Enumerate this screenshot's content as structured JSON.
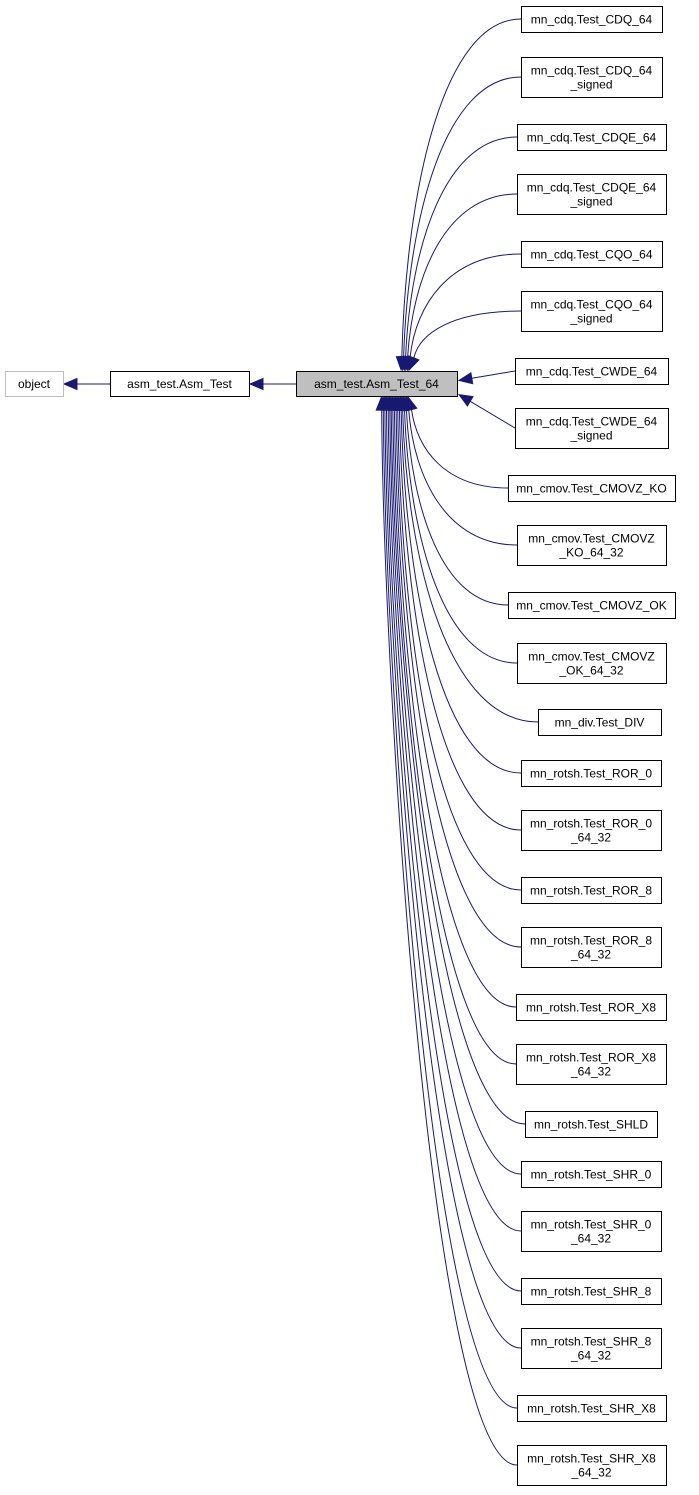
{
  "colors": {
    "edge": "#191970",
    "node_border": "#000000",
    "external_node_border": "#bfbfbf",
    "focus_fill": "#bfbfbf",
    "node_fill": "#ffffff"
  },
  "base_chain": [
    {
      "id": "object",
      "lines": [
        "object"
      ],
      "style": "external"
    },
    {
      "id": "asm_test",
      "lines": [
        "asm_test.Asm_Test"
      ],
      "style": "normal"
    },
    {
      "id": "asm_test_64",
      "lines": [
        "asm_test.Asm_Test_64"
      ],
      "style": "focus"
    }
  ],
  "derived_classes": [
    {
      "id": "cdq_64",
      "lines": [
        "mn_cdq.Test_CDQ_64"
      ]
    },
    {
      "id": "cdq_64_signed",
      "lines": [
        "mn_cdq.Test_CDQ_64",
        "_signed"
      ]
    },
    {
      "id": "cdqe_64",
      "lines": [
        "mn_cdq.Test_CDQE_64"
      ]
    },
    {
      "id": "cdqe_64_signed",
      "lines": [
        "mn_cdq.Test_CDQE_64",
        "_signed"
      ]
    },
    {
      "id": "cqo_64",
      "lines": [
        "mn_cdq.Test_CQO_64"
      ]
    },
    {
      "id": "cqo_64_signed",
      "lines": [
        "mn_cdq.Test_CQO_64",
        "_signed"
      ]
    },
    {
      "id": "cwde_64",
      "lines": [
        "mn_cdq.Test_CWDE_64"
      ]
    },
    {
      "id": "cwde_64_signed",
      "lines": [
        "mn_cdq.Test_CWDE_64",
        "_signed"
      ]
    },
    {
      "id": "cmovz_ko",
      "lines": [
        "mn_cmov.Test_CMOVZ_KO"
      ]
    },
    {
      "id": "cmovz_ko_64_32",
      "lines": [
        "mn_cmov.Test_CMOVZ",
        "_KO_64_32"
      ]
    },
    {
      "id": "cmovz_ok",
      "lines": [
        "mn_cmov.Test_CMOVZ_OK"
      ]
    },
    {
      "id": "cmovz_ok_64_32",
      "lines": [
        "mn_cmov.Test_CMOVZ",
        "_OK_64_32"
      ]
    },
    {
      "id": "div",
      "lines": [
        "mn_div.Test_DIV"
      ]
    },
    {
      "id": "ror_0",
      "lines": [
        "mn_rotsh.Test_ROR_0"
      ]
    },
    {
      "id": "ror_0_64_32",
      "lines": [
        "mn_rotsh.Test_ROR_0",
        "_64_32"
      ]
    },
    {
      "id": "ror_8",
      "lines": [
        "mn_rotsh.Test_ROR_8"
      ]
    },
    {
      "id": "ror_8_64_32",
      "lines": [
        "mn_rotsh.Test_ROR_8",
        "_64_32"
      ]
    },
    {
      "id": "ror_x8",
      "lines": [
        "mn_rotsh.Test_ROR_X8"
      ]
    },
    {
      "id": "ror_x8_64_32",
      "lines": [
        "mn_rotsh.Test_ROR_X8",
        "_64_32"
      ]
    },
    {
      "id": "shld",
      "lines": [
        "mn_rotsh.Test_SHLD"
      ]
    },
    {
      "id": "shr_0",
      "lines": [
        "mn_rotsh.Test_SHR_0"
      ]
    },
    {
      "id": "shr_0_64_32",
      "lines": [
        "mn_rotsh.Test_SHR_0",
        "_64_32"
      ]
    },
    {
      "id": "shr_8",
      "lines": [
        "mn_rotsh.Test_SHR_8"
      ]
    },
    {
      "id": "shr_8_64_32",
      "lines": [
        "mn_rotsh.Test_SHR_8",
        "_64_32"
      ]
    },
    {
      "id": "shr_x8",
      "lines": [
        "mn_rotsh.Test_SHR_X8"
      ]
    },
    {
      "id": "shr_x8_64_32",
      "lines": [
        "mn_rotsh.Test_SHR_X8",
        "_64_32"
      ]
    }
  ]
}
